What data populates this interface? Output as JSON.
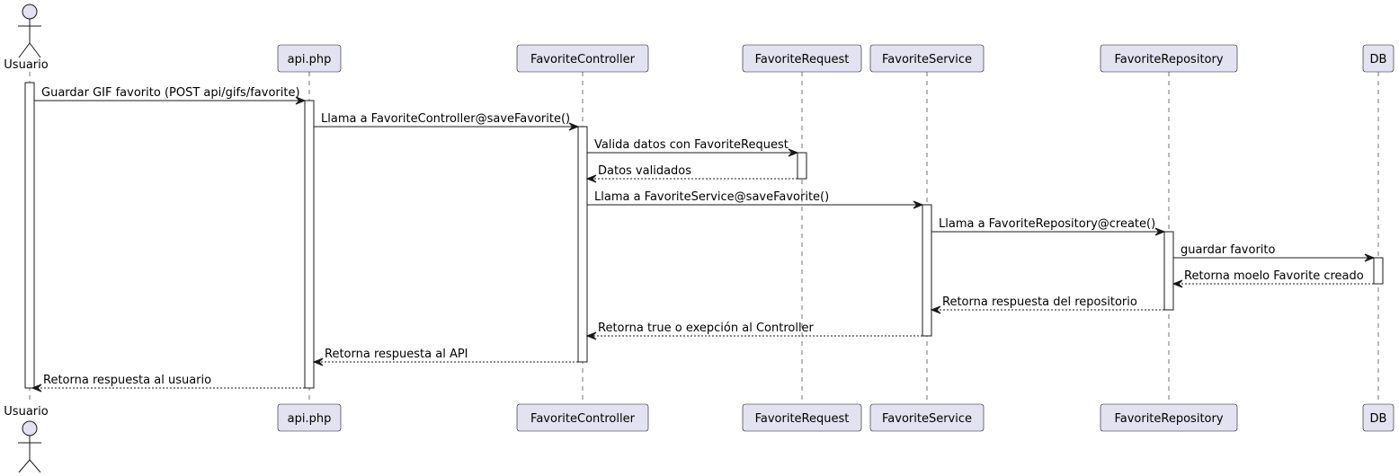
{
  "participants": [
    {
      "id": "usuario",
      "label": "Usuario",
      "kind": "actor"
    },
    {
      "id": "api",
      "label": "api.php",
      "kind": "participant"
    },
    {
      "id": "controller",
      "label": "FavoriteController",
      "kind": "participant"
    },
    {
      "id": "request",
      "label": "FavoriteRequest",
      "kind": "participant"
    },
    {
      "id": "service",
      "label": "FavoriteService",
      "kind": "participant"
    },
    {
      "id": "repository",
      "label": "FavoriteRepository",
      "kind": "participant"
    },
    {
      "id": "db",
      "label": "DB",
      "kind": "participant"
    }
  ],
  "messages": [
    {
      "from": "usuario",
      "to": "api",
      "text": "Guardar GIF favorito (POST api/gifs/favorite)",
      "type": "call"
    },
    {
      "from": "api",
      "to": "controller",
      "text": "Llama a FavoriteController@saveFavorite()",
      "type": "call"
    },
    {
      "from": "controller",
      "to": "request",
      "text": "Valida datos con FavoriteRequest",
      "type": "call"
    },
    {
      "from": "request",
      "to": "controller",
      "text": "Datos validados",
      "type": "return"
    },
    {
      "from": "controller",
      "to": "service",
      "text": "Llama a FavoriteService@saveFavorite()",
      "type": "call"
    },
    {
      "from": "service",
      "to": "repository",
      "text": "Llama a FavoriteRepository@create()",
      "type": "call"
    },
    {
      "from": "repository",
      "to": "db",
      "text": "guardar favorito",
      "type": "call"
    },
    {
      "from": "db",
      "to": "repository",
      "text": "Retorna moelo Favorite creado",
      "type": "return"
    },
    {
      "from": "repository",
      "to": "service",
      "text": "Retorna respuesta del repositorio",
      "type": "return"
    },
    {
      "from": "service",
      "to": "controller",
      "text": "Retorna true o exepción al Controller",
      "type": "return"
    },
    {
      "from": "controller",
      "to": "api",
      "text": "Retorna respuesta al API",
      "type": "return"
    },
    {
      "from": "api",
      "to": "usuario",
      "text": "Retorna respuesta al usuario",
      "type": "return"
    }
  ]
}
